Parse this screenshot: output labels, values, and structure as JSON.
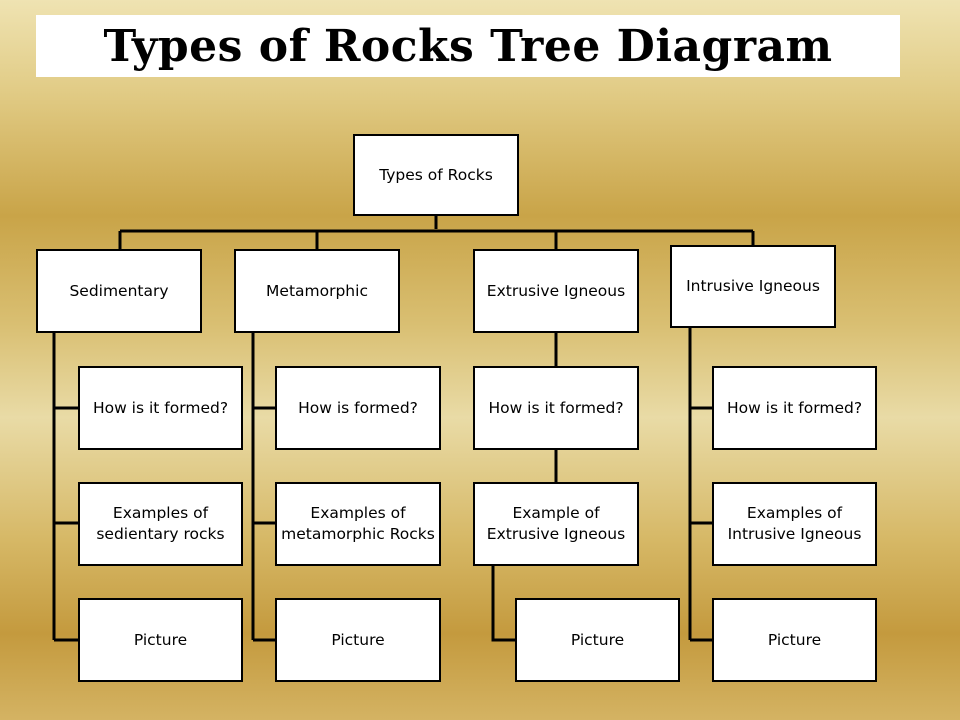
{
  "title": "Types of Rocks Tree Diagram",
  "root": {
    "label": "Types of Rocks"
  },
  "branches": [
    {
      "label": "Sedimentary",
      "children": [
        "How is it formed?",
        "Examples of sedientary rocks",
        "Picture"
      ]
    },
    {
      "label": "Metamorphic",
      "children": [
        "How is formed?",
        "Examples of metamorphic Rocks",
        "Picture"
      ]
    },
    {
      "label": "Extrusive Igneous",
      "children": [
        "How is it formed?",
        "Example of Extrusive Igneous",
        "Picture"
      ]
    },
    {
      "label": "Intrusive Igneous",
      "children": [
        "How is it formed?",
        "Examples  of Intrusive Igneous",
        "Picture"
      ]
    }
  ]
}
